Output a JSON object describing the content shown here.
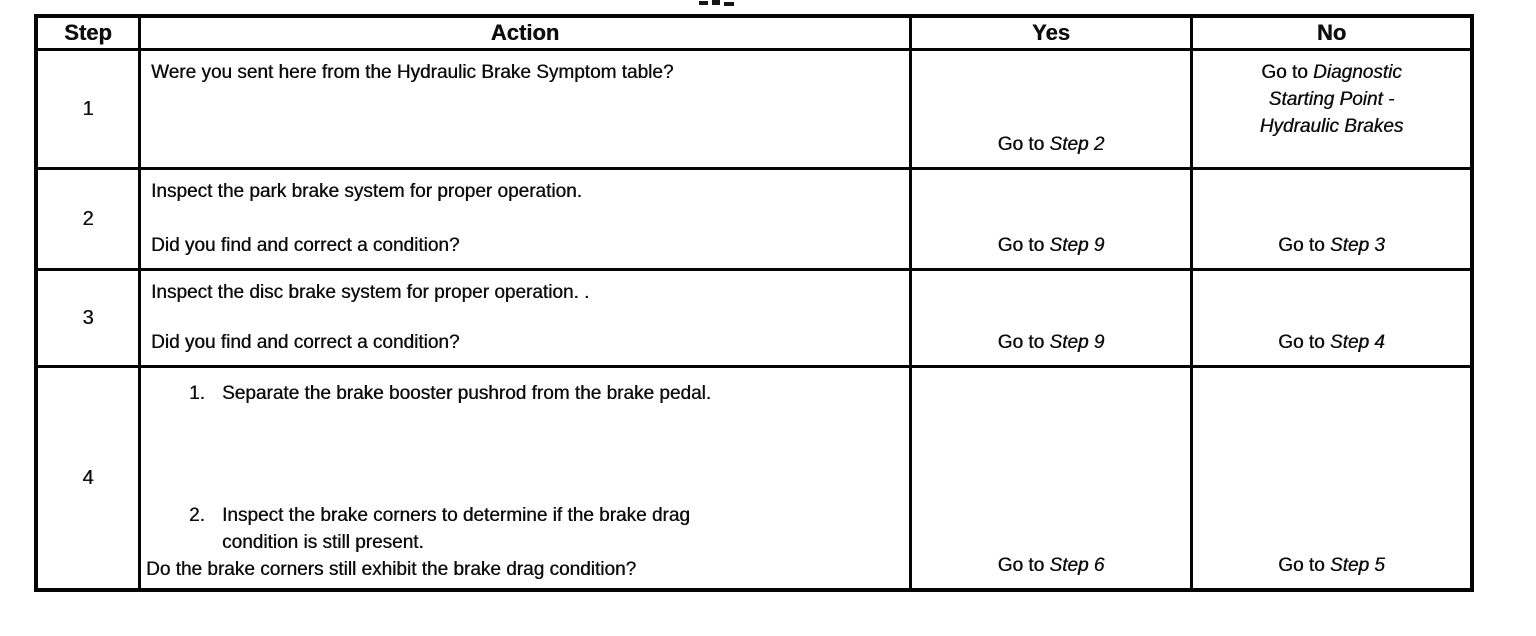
{
  "document": {
    "type": "diagnostic-table",
    "header": {
      "step": "Step",
      "action": "Action",
      "yes": "Yes",
      "no": "No"
    },
    "rows": [
      {
        "step": "1",
        "question": "Were you sent here from the Hydraulic Brake Symptom table?",
        "yes_prefix": "Go to ",
        "yes_target": "Step 2",
        "no_prefix": "Go to ",
        "no_target": "Diagnostic Starting Point - Hydraulic Brakes"
      },
      {
        "step": "2",
        "action": "Inspect the park brake system for proper operation.",
        "question": "Did you find and correct a condition?",
        "yes_prefix": "Go to ",
        "yes_target": "Step 9",
        "no_prefix": "Go to ",
        "no_target": "Step 3"
      },
      {
        "step": "3",
        "action": "Inspect the disc brake system for proper operation. .",
        "question": "Did you find and correct a condition?",
        "yes_prefix": "Go to ",
        "yes_target": "Step 9",
        "no_prefix": "Go to ",
        "no_target": "Step 4"
      },
      {
        "step": "4",
        "items": [
          {
            "num": "1.",
            "text": "Separate the brake booster pushrod from the brake pedal."
          },
          {
            "num": "2.",
            "text": "Inspect the brake corners to determine if the brake drag condition is still present."
          }
        ],
        "question": "Do the brake corners still exhibit the brake drag condition?",
        "yes_prefix": "Go to ",
        "yes_target": "Step 6",
        "no_prefix": "Go to ",
        "no_target": "Step 5"
      }
    ]
  }
}
